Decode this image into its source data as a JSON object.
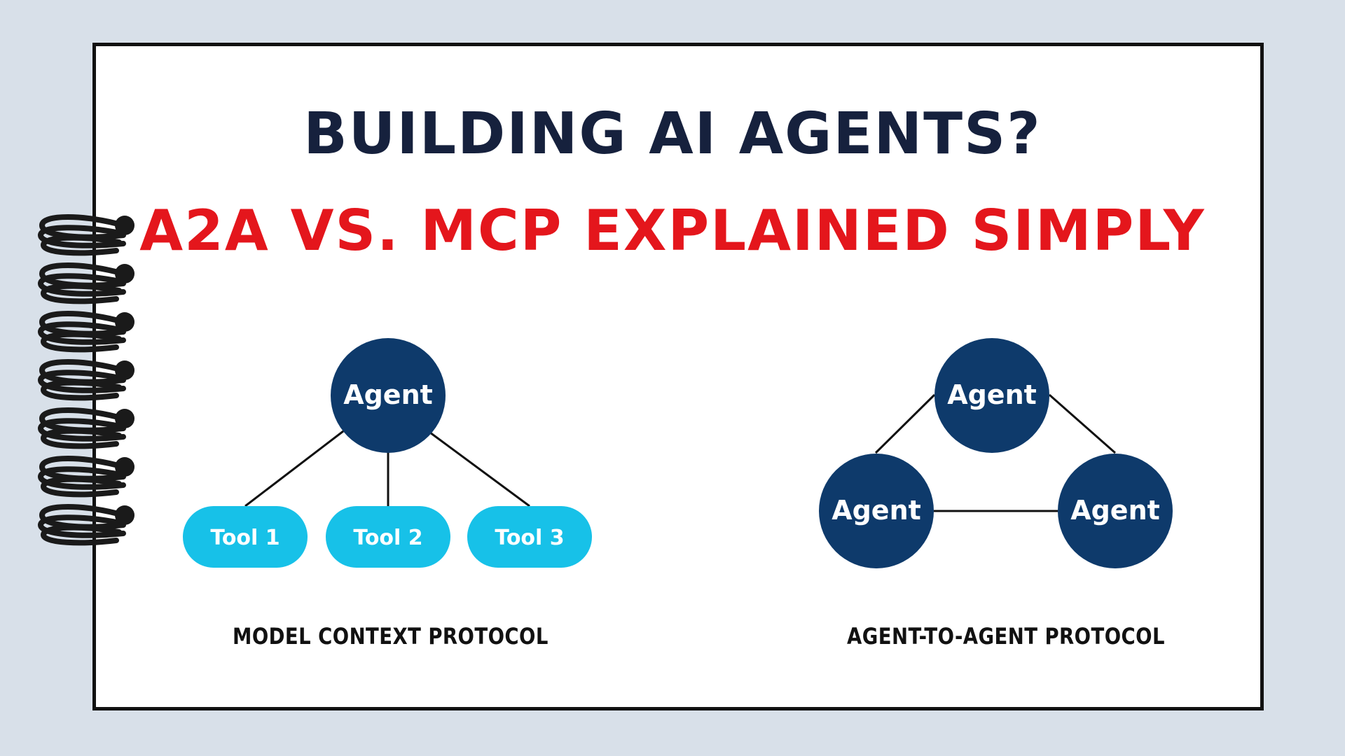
{
  "title": "BUILDING AI AGENTS?",
  "subtitle": "A2A VS. MCP EXPLAINED SIMPLY",
  "colors": {
    "background": "#d8e0e9",
    "title": "#16213d",
    "subtitle": "#e4161c",
    "agent_node": "#0e3a6b",
    "tool_node": "#17c1e8",
    "node_text": "#ffffff"
  },
  "mcp": {
    "agent_label": "Agent",
    "tools": [
      "Tool 1",
      "Tool 2",
      "Tool 3"
    ],
    "caption": "MODEL CONTEXT PROTOCOL"
  },
  "a2a": {
    "agents": [
      "Agent",
      "Agent",
      "Agent"
    ],
    "caption": "AGENT-TO-AGENT PROTOCOL"
  }
}
